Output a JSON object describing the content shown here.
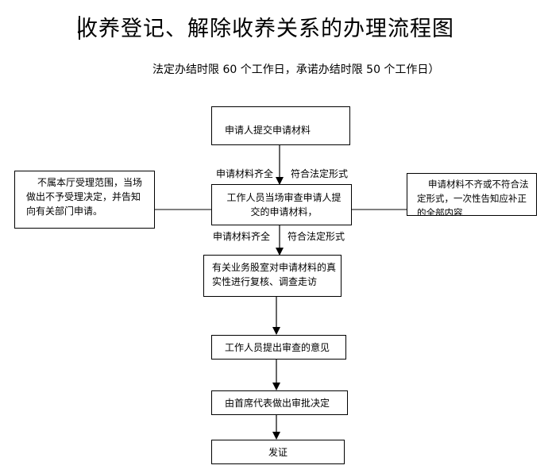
{
  "title": "收养登记、解除收养关系的办理流程图",
  "subtitle": "法定办结时限 60 个工作日，承诺办结时限 50 个工作日）",
  "nodes": {
    "submit": "申请人提交申请材料",
    "review": "工作人员当场审查申请人提交的申请材料，",
    "verify": "有关业务股室对申请材料的真实性进行复核、调查走访",
    "opinion": "工作人员提出审查的意见",
    "approve": "由首席代表做出审批决定",
    "issue": "发证",
    "reject": "不属本厅受理范围，当场做出不予受理决定，并告知向有关部门申请。",
    "incomplete": "申请材料不齐或不符合法定形式，一次性告知应补正的全部内容"
  },
  "edge_labels": {
    "complete_1": "申请材料齐全",
    "legal_1": "符合法定形式",
    "complete_2": "申请材料齐全",
    "legal_2": "符合法定形式"
  }
}
